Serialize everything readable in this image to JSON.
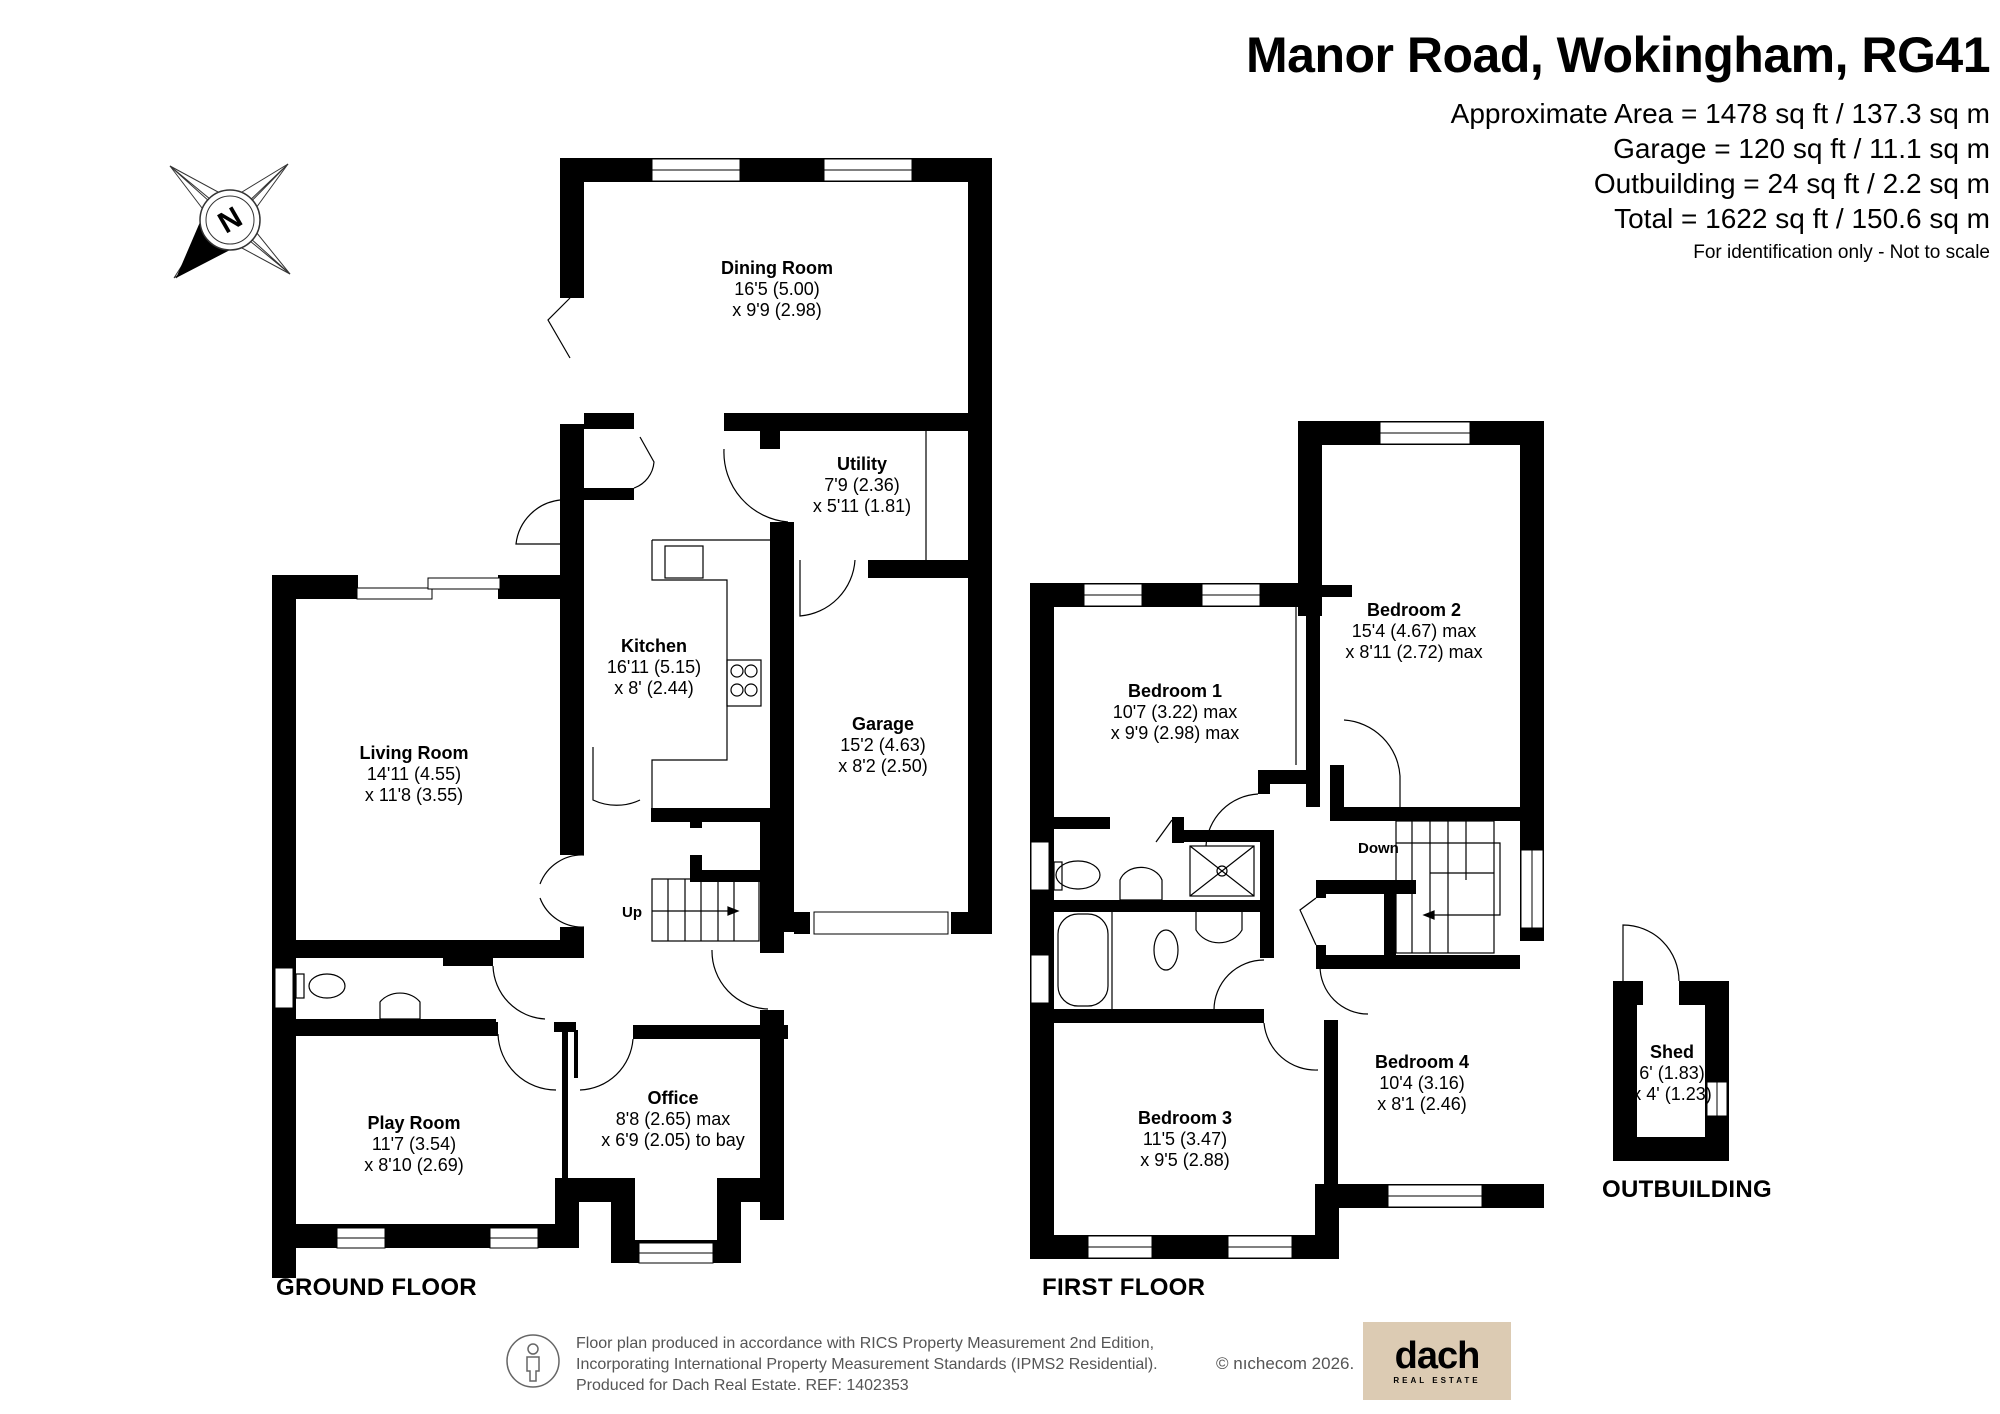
{
  "header": {
    "title": "Manor Road, Wokingham, RG41",
    "areas": [
      "Approximate Area = 1478 sq ft / 137.3 sq m",
      "Garage = 120 sq ft / 11.1 sq m",
      "Outbuilding = 24 sq ft / 2.2 sq m",
      "Total = 1622 sq ft / 150.6 sq m"
    ],
    "note": "For identification only - Not to scale"
  },
  "compass": {
    "icon": "north-compass-icon",
    "label": "N"
  },
  "ground_floor": {
    "label": "GROUND FLOOR",
    "stair_label": "Up",
    "rooms": [
      {
        "name": "Dining Room",
        "dim1": "16'5 (5.00)",
        "dim2": "x 9'9 (2.98)"
      },
      {
        "name": "Utility",
        "dim1": "7'9 (2.36)",
        "dim2": "x 5'11 (1.81)"
      },
      {
        "name": "Kitchen",
        "dim1": "16'11 (5.15)",
        "dim2": "x 8' (2.44)"
      },
      {
        "name": "Garage",
        "dim1": "15'2 (4.63)",
        "dim2": "x 8'2 (2.50)"
      },
      {
        "name": "Living Room",
        "dim1": "14'11 (4.55)",
        "dim2": "x 11'8 (3.55)"
      },
      {
        "name": "Play Room",
        "dim1": "11'7 (3.54)",
        "dim2": "x 8'10 (2.69)"
      },
      {
        "name": "Office",
        "dim1": "8'8 (2.65) max",
        "dim2": "x 6'9 (2.05) to bay"
      }
    ]
  },
  "first_floor": {
    "label": "FIRST FLOOR",
    "stair_label": "Down",
    "rooms": [
      {
        "name": "Bedroom 1",
        "dim1": "10'7 (3.22) max",
        "dim2": "x 9'9 (2.98) max"
      },
      {
        "name": "Bedroom 2",
        "dim1": "15'4 (4.67) max",
        "dim2": "x 8'11 (2.72) max"
      },
      {
        "name": "Bedroom 3",
        "dim1": "11'5 (3.47)",
        "dim2": "x 9'5 (2.88)"
      },
      {
        "name": "Bedroom 4",
        "dim1": "10'4 (3.16)",
        "dim2": "x 8'1 (2.46)"
      }
    ]
  },
  "outbuilding": {
    "label": "OUTBUILDING",
    "rooms": [
      {
        "name": "Shed",
        "dim1": "6' (1.83)",
        "dim2": "x 4' (1.23)"
      }
    ]
  },
  "footer": {
    "lines": [
      "Floor plan produced in accordance with RICS Property Measurement 2nd Edition,",
      "Incorporating International Property Measurement Standards (IPMS2 Residential).",
      "Produced for Dach Real Estate.   REF:  1402353"
    ],
    "copyright": "© nıchecom 2026.",
    "logo": {
      "brand": "dach",
      "sub": "REAL ESTATE",
      "bg_color": "#dccbb3"
    }
  }
}
